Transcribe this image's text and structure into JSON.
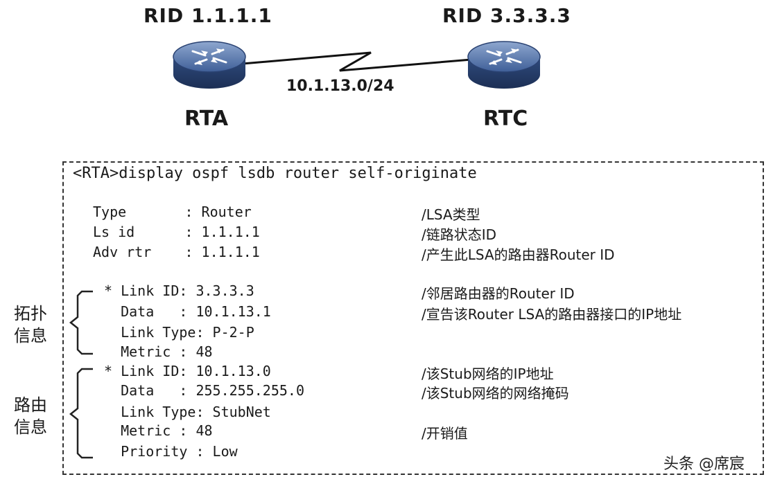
{
  "topology": {
    "rta": {
      "rid": "RID 1.1.1.1",
      "name": "RTA"
    },
    "rtc": {
      "rid": "RID 3.3.3.3",
      "name": "RTC"
    },
    "link_label": "10.1.13.0/24",
    "router_icon": "router-icon"
  },
  "cli": {
    "command": "<RTA>display ospf lsdb router self-originate",
    "header": [
      {
        "text": "Type       : Router",
        "comment": "/LSA类型"
      },
      {
        "text": "Ls id      : 1.1.1.1",
        "comment": "/链路状态ID"
      },
      {
        "text": "Adv rtr    : 1.1.1.1",
        "comment": "/产生此LSA的路由器Router ID"
      }
    ],
    "topology_block": [
      {
        "text": "* Link ID: 3.3.3.3",
        "comment": "/邻居路由器的Router ID"
      },
      {
        "text": "  Data   : 10.1.13.1",
        "comment": "/宣告该Router LSA的路由器接口的IP地址"
      },
      {
        "text": "  Link Type: P-2-P",
        "comment": ""
      },
      {
        "text": "  Metric : 48",
        "comment": ""
      }
    ],
    "route_block": [
      {
        "text": "* Link ID: 10.1.13.0",
        "comment": "/该Stub网络的IP地址"
      },
      {
        "text": "  Data   : 255.255.255.0",
        "comment": "/该Stub网络的网络掩码"
      },
      {
        "text": "  Link Type: StubNet",
        "comment": ""
      },
      {
        "text": "  Metric : 48",
        "comment": "/开销值"
      },
      {
        "text": "  Priority : Low",
        "comment": ""
      }
    ]
  },
  "side_labels": {
    "topology": "拓扑信息",
    "route": "路由信息"
  },
  "watermark": "头条 @席宸"
}
